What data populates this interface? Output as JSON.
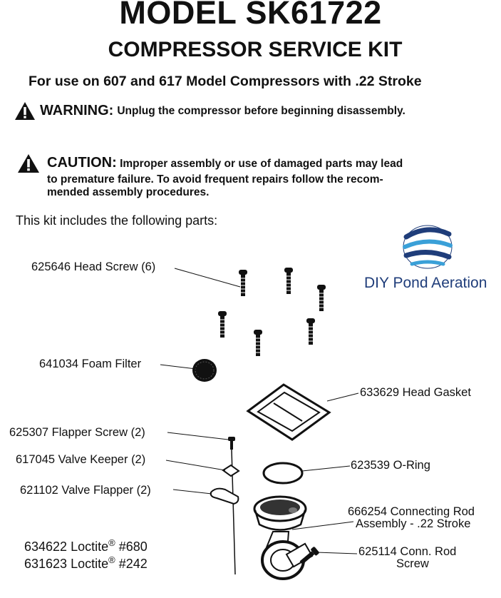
{
  "header": {
    "title": "MODEL SK61722",
    "subtitle": "COMPRESSOR SERVICE KIT",
    "usage": "For use on 607 and 617 Model Compressors with .22 Stroke"
  },
  "warning": {
    "label": "WARNING:",
    "text": "Unplug the compressor before beginning disassembly."
  },
  "caution": {
    "label": "CAUTION:",
    "lines": [
      "Improper assembly or use of damaged parts may lead",
      "to premature failure. To avoid frequent repairs follow the recom-",
      "mended assembly procedures."
    ]
  },
  "intro": "This kit includes the following parts:",
  "logo": {
    "text": "DIY Pond Aeration"
  },
  "parts": {
    "head_screw": "625646 Head Screw (6)",
    "foam_filter": "641034 Foam Filter",
    "head_gasket": "633629 Head Gasket",
    "flapper_screw": "625307 Flapper Screw (2)",
    "valve_keeper": "617045 Valve Keeper (2)",
    "o_ring": "623539 O-Ring",
    "valve_flapper": "621102 Valve Flapper (2)",
    "conn_rod_line1": "666254 Connecting Rod",
    "conn_rod_line2": "Assembly - .22 Stroke",
    "conn_screw_line1": "625114 Conn. Rod",
    "conn_screw_line2": "Screw"
  },
  "loctite": {
    "a_num": "634622 Loctite",
    "a_suffix": "#680",
    "b_num": "631623 Loctite",
    "b_suffix": "#242",
    "mark": "®"
  },
  "colors": {
    "ink": "#111111",
    "logo_blue": "#1f3d7a",
    "logo_cyan": "#3aa0d8"
  }
}
